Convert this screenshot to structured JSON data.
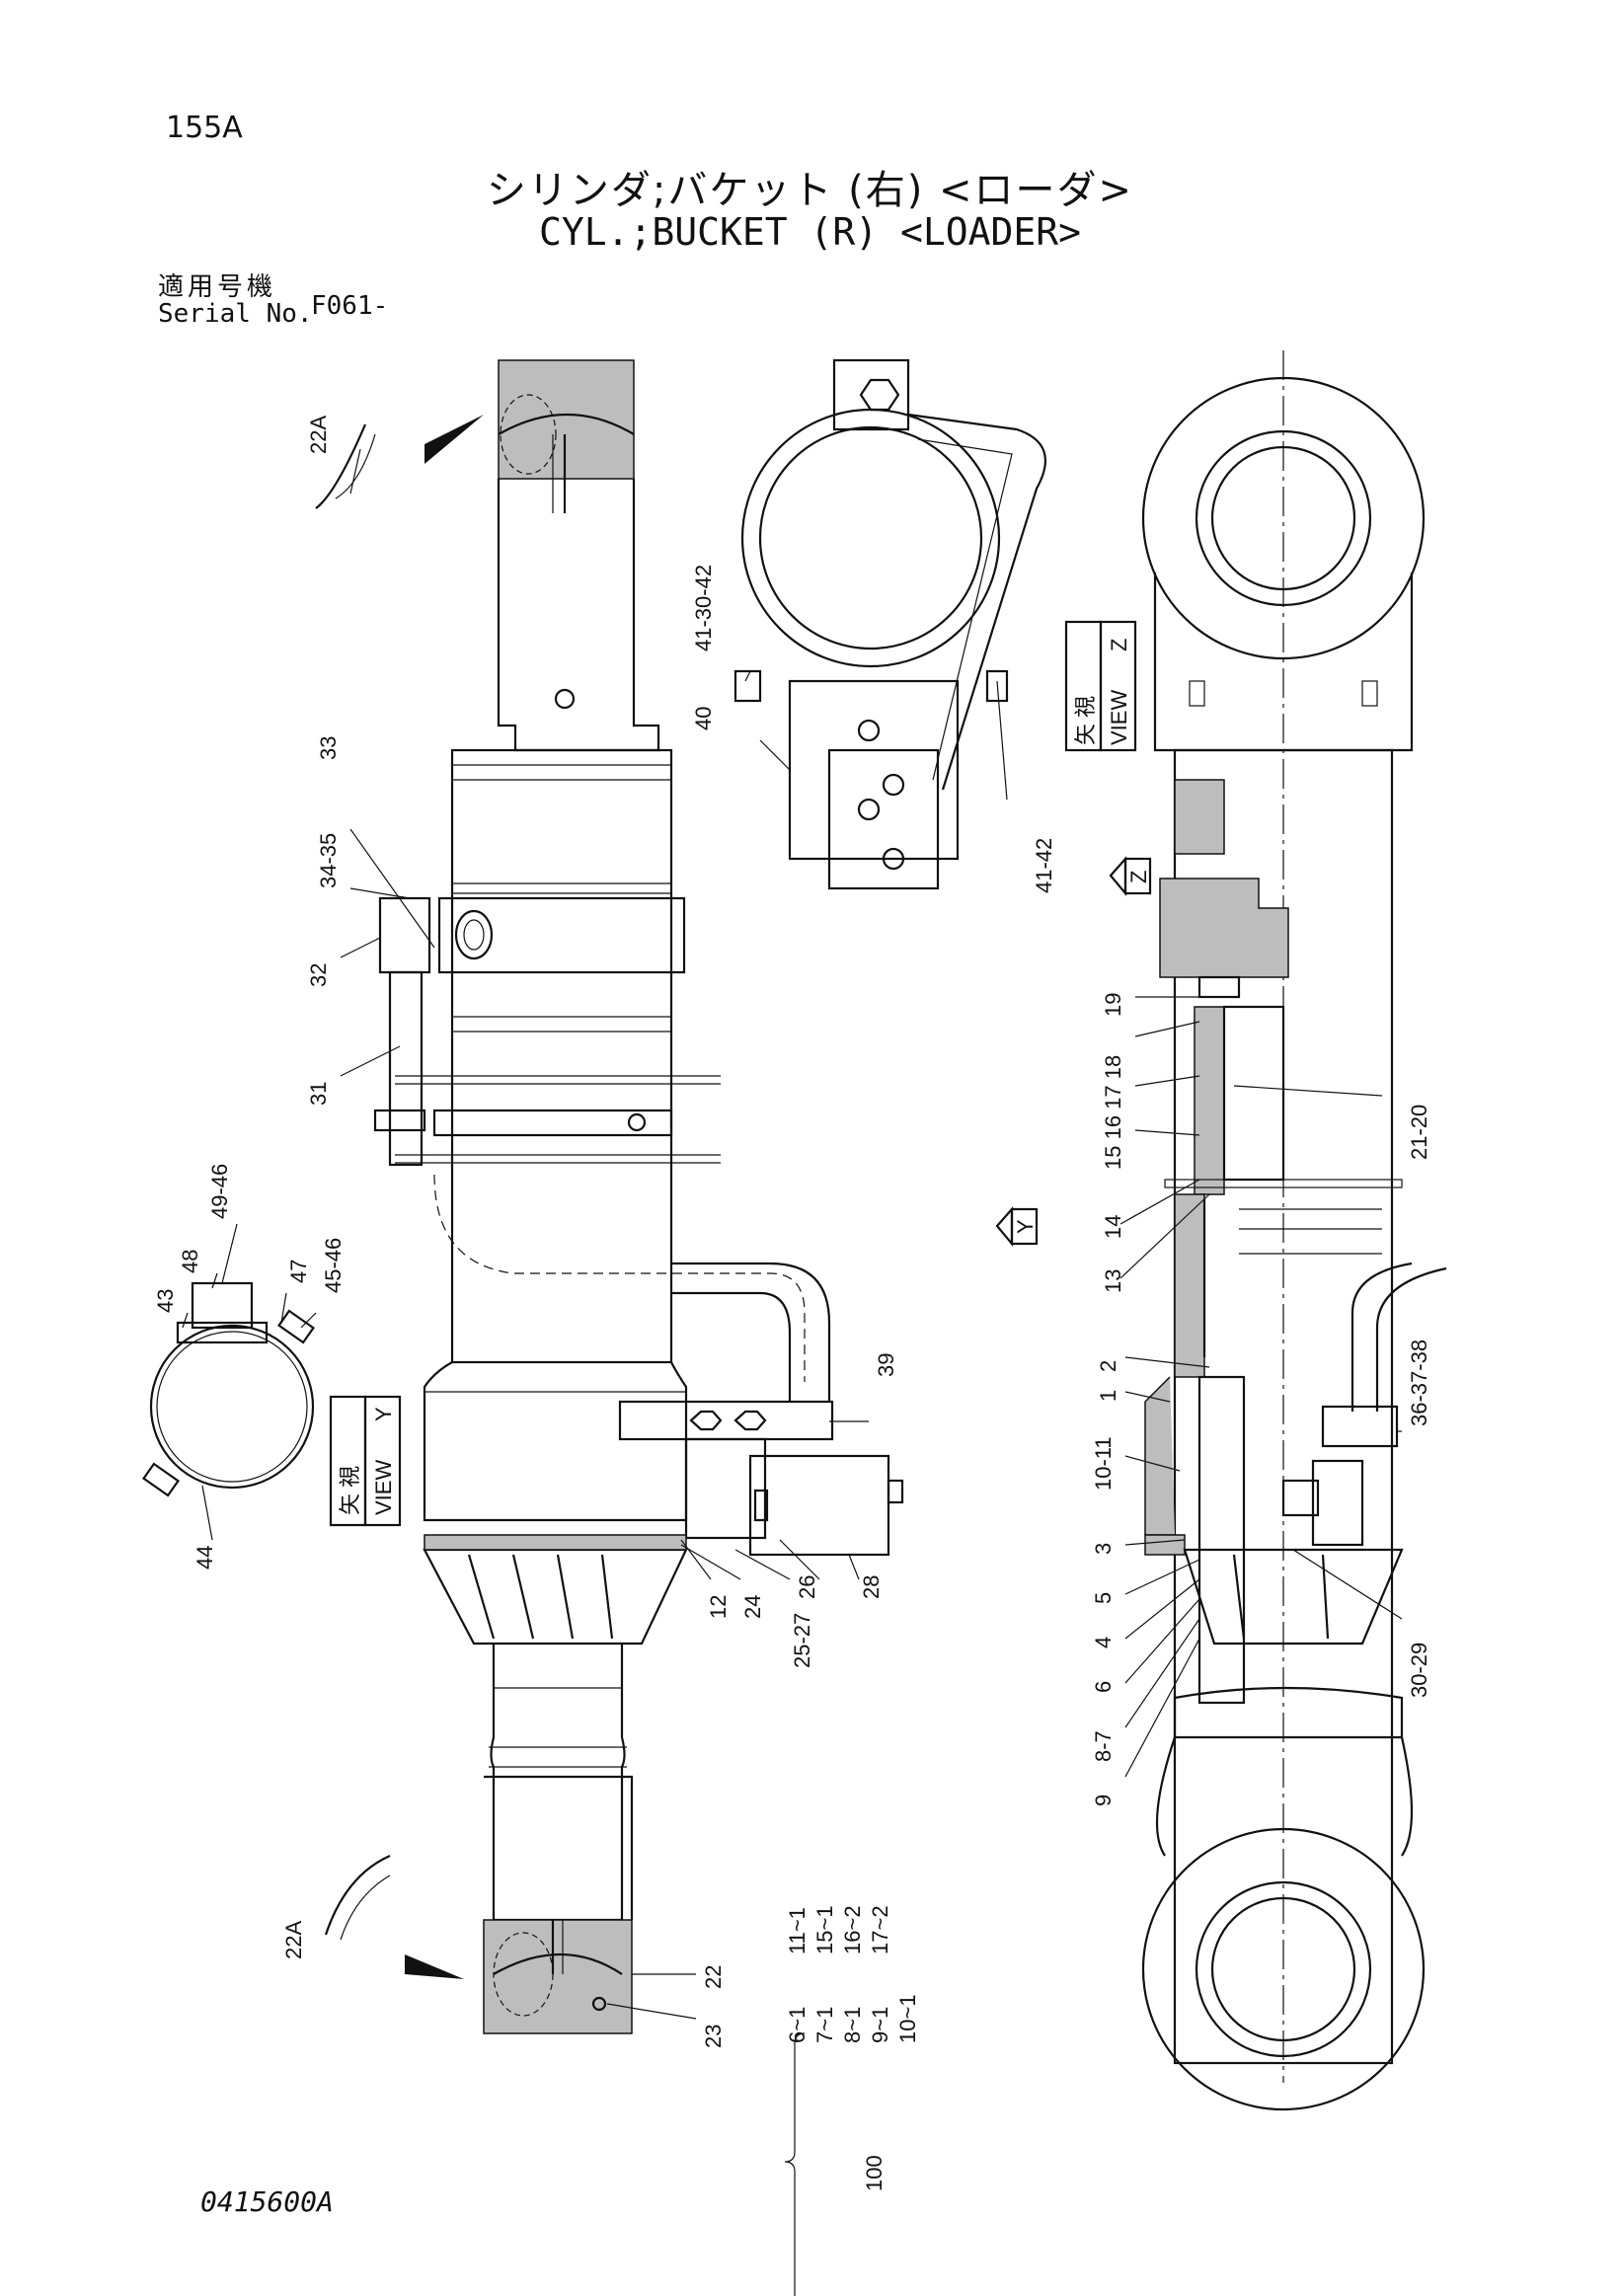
{
  "page_number": "155A",
  "title": {
    "ja": "シリンダ;バケット (右) <ローダ>",
    "en": "CYL.;BUCKET (R) <LOADER>"
  },
  "serial": {
    "label_ja": "適用号機",
    "label_en": "Serial No.",
    "value": "F061-"
  },
  "document_number": "0415600A",
  "views": {
    "view_y": {
      "ja": "矢 視",
      "en": "VIEW",
      "letter": "Y"
    },
    "view_z": {
      "ja": "矢 視",
      "en": "VIEW",
      "letter": "Z"
    },
    "marker_y": "Y",
    "marker_z": "Z"
  },
  "part_labels": [
    "22A",
    "33",
    "34-35",
    "32",
    "31",
    "49-46",
    "48",
    "43",
    "47",
    "45-46",
    "44",
    "39",
    "12",
    "24",
    "25-27",
    "26",
    "28",
    "22",
    "23",
    "22A",
    "41-30-42",
    "40",
    "41-42",
    "19",
    "15 16 17 18",
    "21-20",
    "14",
    "13",
    "2",
    "1",
    "36-37-38",
    "10-11",
    "3",
    "5",
    "4",
    "6",
    "8-7",
    "9",
    "30-29"
  ],
  "kit_table": {
    "kit": "100",
    "col1": [
      "6~1",
      "7~1",
      "8~1",
      "9~1",
      "10~1"
    ],
    "col2": [
      "11~1",
      "15~1",
      "16~2",
      "17~2"
    ]
  }
}
